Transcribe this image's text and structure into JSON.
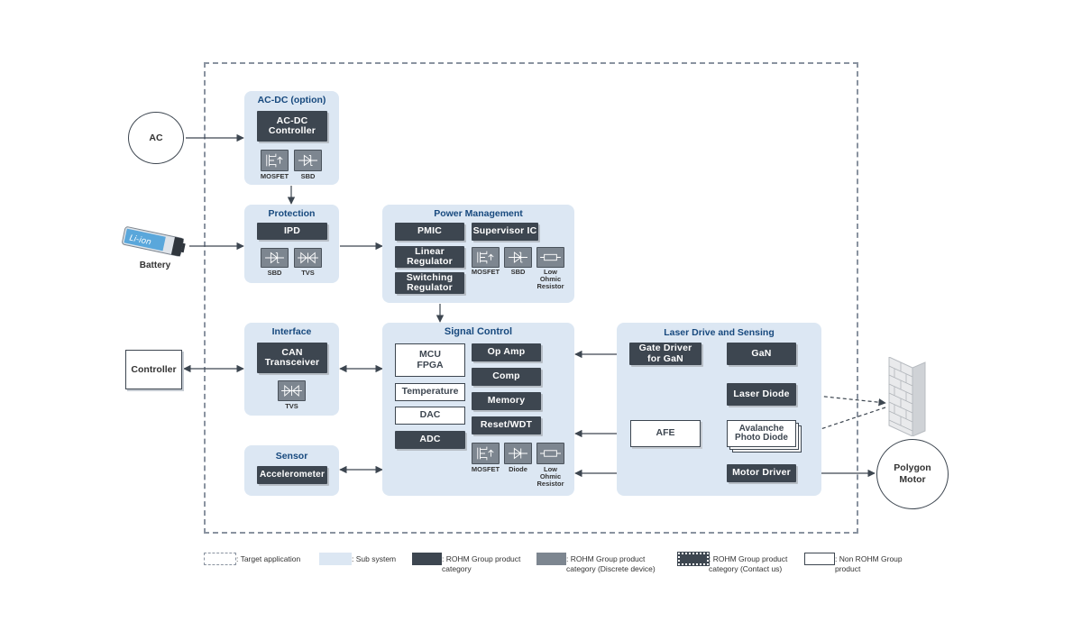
{
  "external": {
    "ac": "AC",
    "battery": "Battery",
    "battery_label": "Li-ion",
    "controller": "Controller",
    "polygon_motor": "Polygon\nMotor"
  },
  "subsystems": {
    "acdc": {
      "title": "AC-DC (option)",
      "controller": "AC-DC\nController",
      "devices": [
        "MOSFET",
        "SBD"
      ]
    },
    "protection": {
      "title": "Protection",
      "ipd": "IPD",
      "devices": [
        "SBD",
        "TVS"
      ]
    },
    "power": {
      "title": "Power Management",
      "pmic": "PMIC",
      "supervisor": "Supervisor IC",
      "linear": "Linear\nRegulator",
      "switching": "Switching\nRegulator",
      "devices": [
        "MOSFET",
        "SBD",
        "Low\nOhmic\nResistor"
      ]
    },
    "interface": {
      "title": "Interface",
      "can": "CAN\nTransceiver",
      "devices": [
        "TVS"
      ]
    },
    "sensor": {
      "title": "Sensor",
      "accelerometer": "Accelerometer"
    },
    "signal": {
      "title": "Signal Control",
      "mcu": "MCU\nFPGA",
      "temperature": "Temperature",
      "dac": "DAC",
      "adc": "ADC",
      "opamp": "Op Amp",
      "comp": "Comp",
      "memory": "Memory",
      "reset": "Reset/WDT",
      "devices": [
        "MOSFET",
        "Diode",
        "Low\nOhmic\nResistor"
      ]
    },
    "laser": {
      "title": "Laser Drive and Sensing",
      "gate_driver": "Gate Driver\nfor GaN",
      "gan": "GaN",
      "laser_diode": "Laser Diode",
      "afe": "AFE",
      "apd": "Avalanche\nPhoto Diode",
      "motor_driver": "Motor Driver"
    }
  },
  "legend": {
    "target": ": Target application",
    "subsystem": ": Sub system",
    "rohm": ": ROHM Group product\n  category",
    "discrete": ": ROHM Group product\n  category (Discrete device)",
    "contact": ": ROHM Group product\n  category (Contact us)",
    "non_rohm": ": Non ROHM Group\n  product"
  },
  "colors": {
    "subsystem_bg": "#dce7f3",
    "rohm_chip": "#3d4650",
    "discrete": "#7d8690",
    "title_text": "#17497e"
  }
}
